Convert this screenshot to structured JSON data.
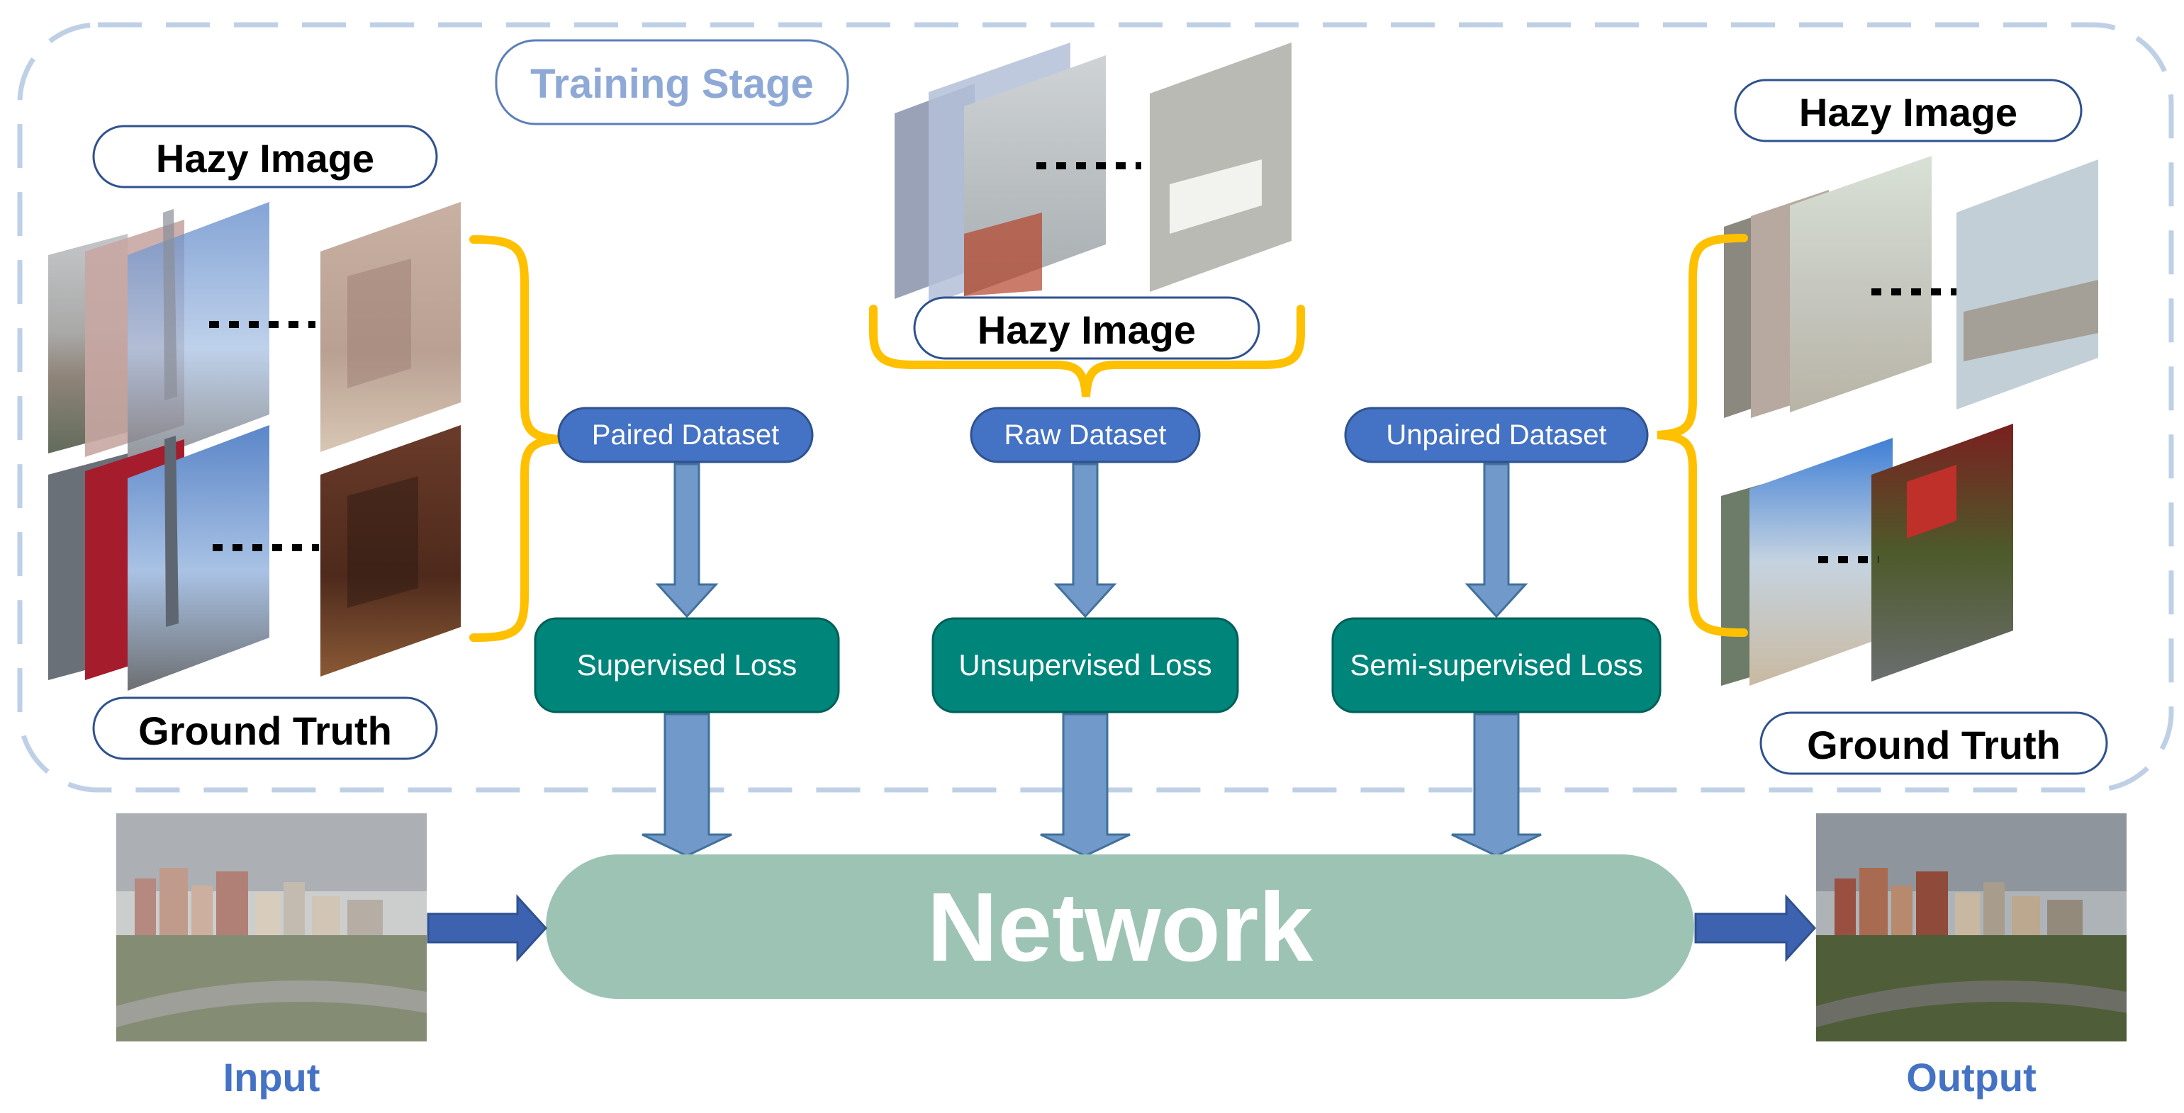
{
  "training_stage": {
    "label": "Training Stage"
  },
  "paired": {
    "hazy_label": "Hazy Image",
    "gt_label": "Ground Truth",
    "dataset_label": "Paired Dataset",
    "loss_label": "Supervised Loss"
  },
  "raw": {
    "hazy_label": "Hazy Image",
    "dataset_label": "Raw Dataset",
    "loss_label": "Unsupervised Loss"
  },
  "unpaired": {
    "hazy_label": "Hazy Image",
    "gt_label": "Ground Truth",
    "dataset_label": "Unpaired Dataset",
    "loss_label": "Semi-supervised Loss"
  },
  "network": {
    "label": "Network"
  },
  "io": {
    "input_label": "Input",
    "output_label": "Output"
  },
  "colors": {
    "dataset_pill": "#4472C4",
    "loss_box": "#00857A",
    "network": "#9DC3B4",
    "arrow": "#7199C9",
    "io_arrow": "#3D63B0",
    "brace": "#FFC000",
    "dashed_border": "#BFD0E6",
    "label_text": "#4472C4"
  }
}
